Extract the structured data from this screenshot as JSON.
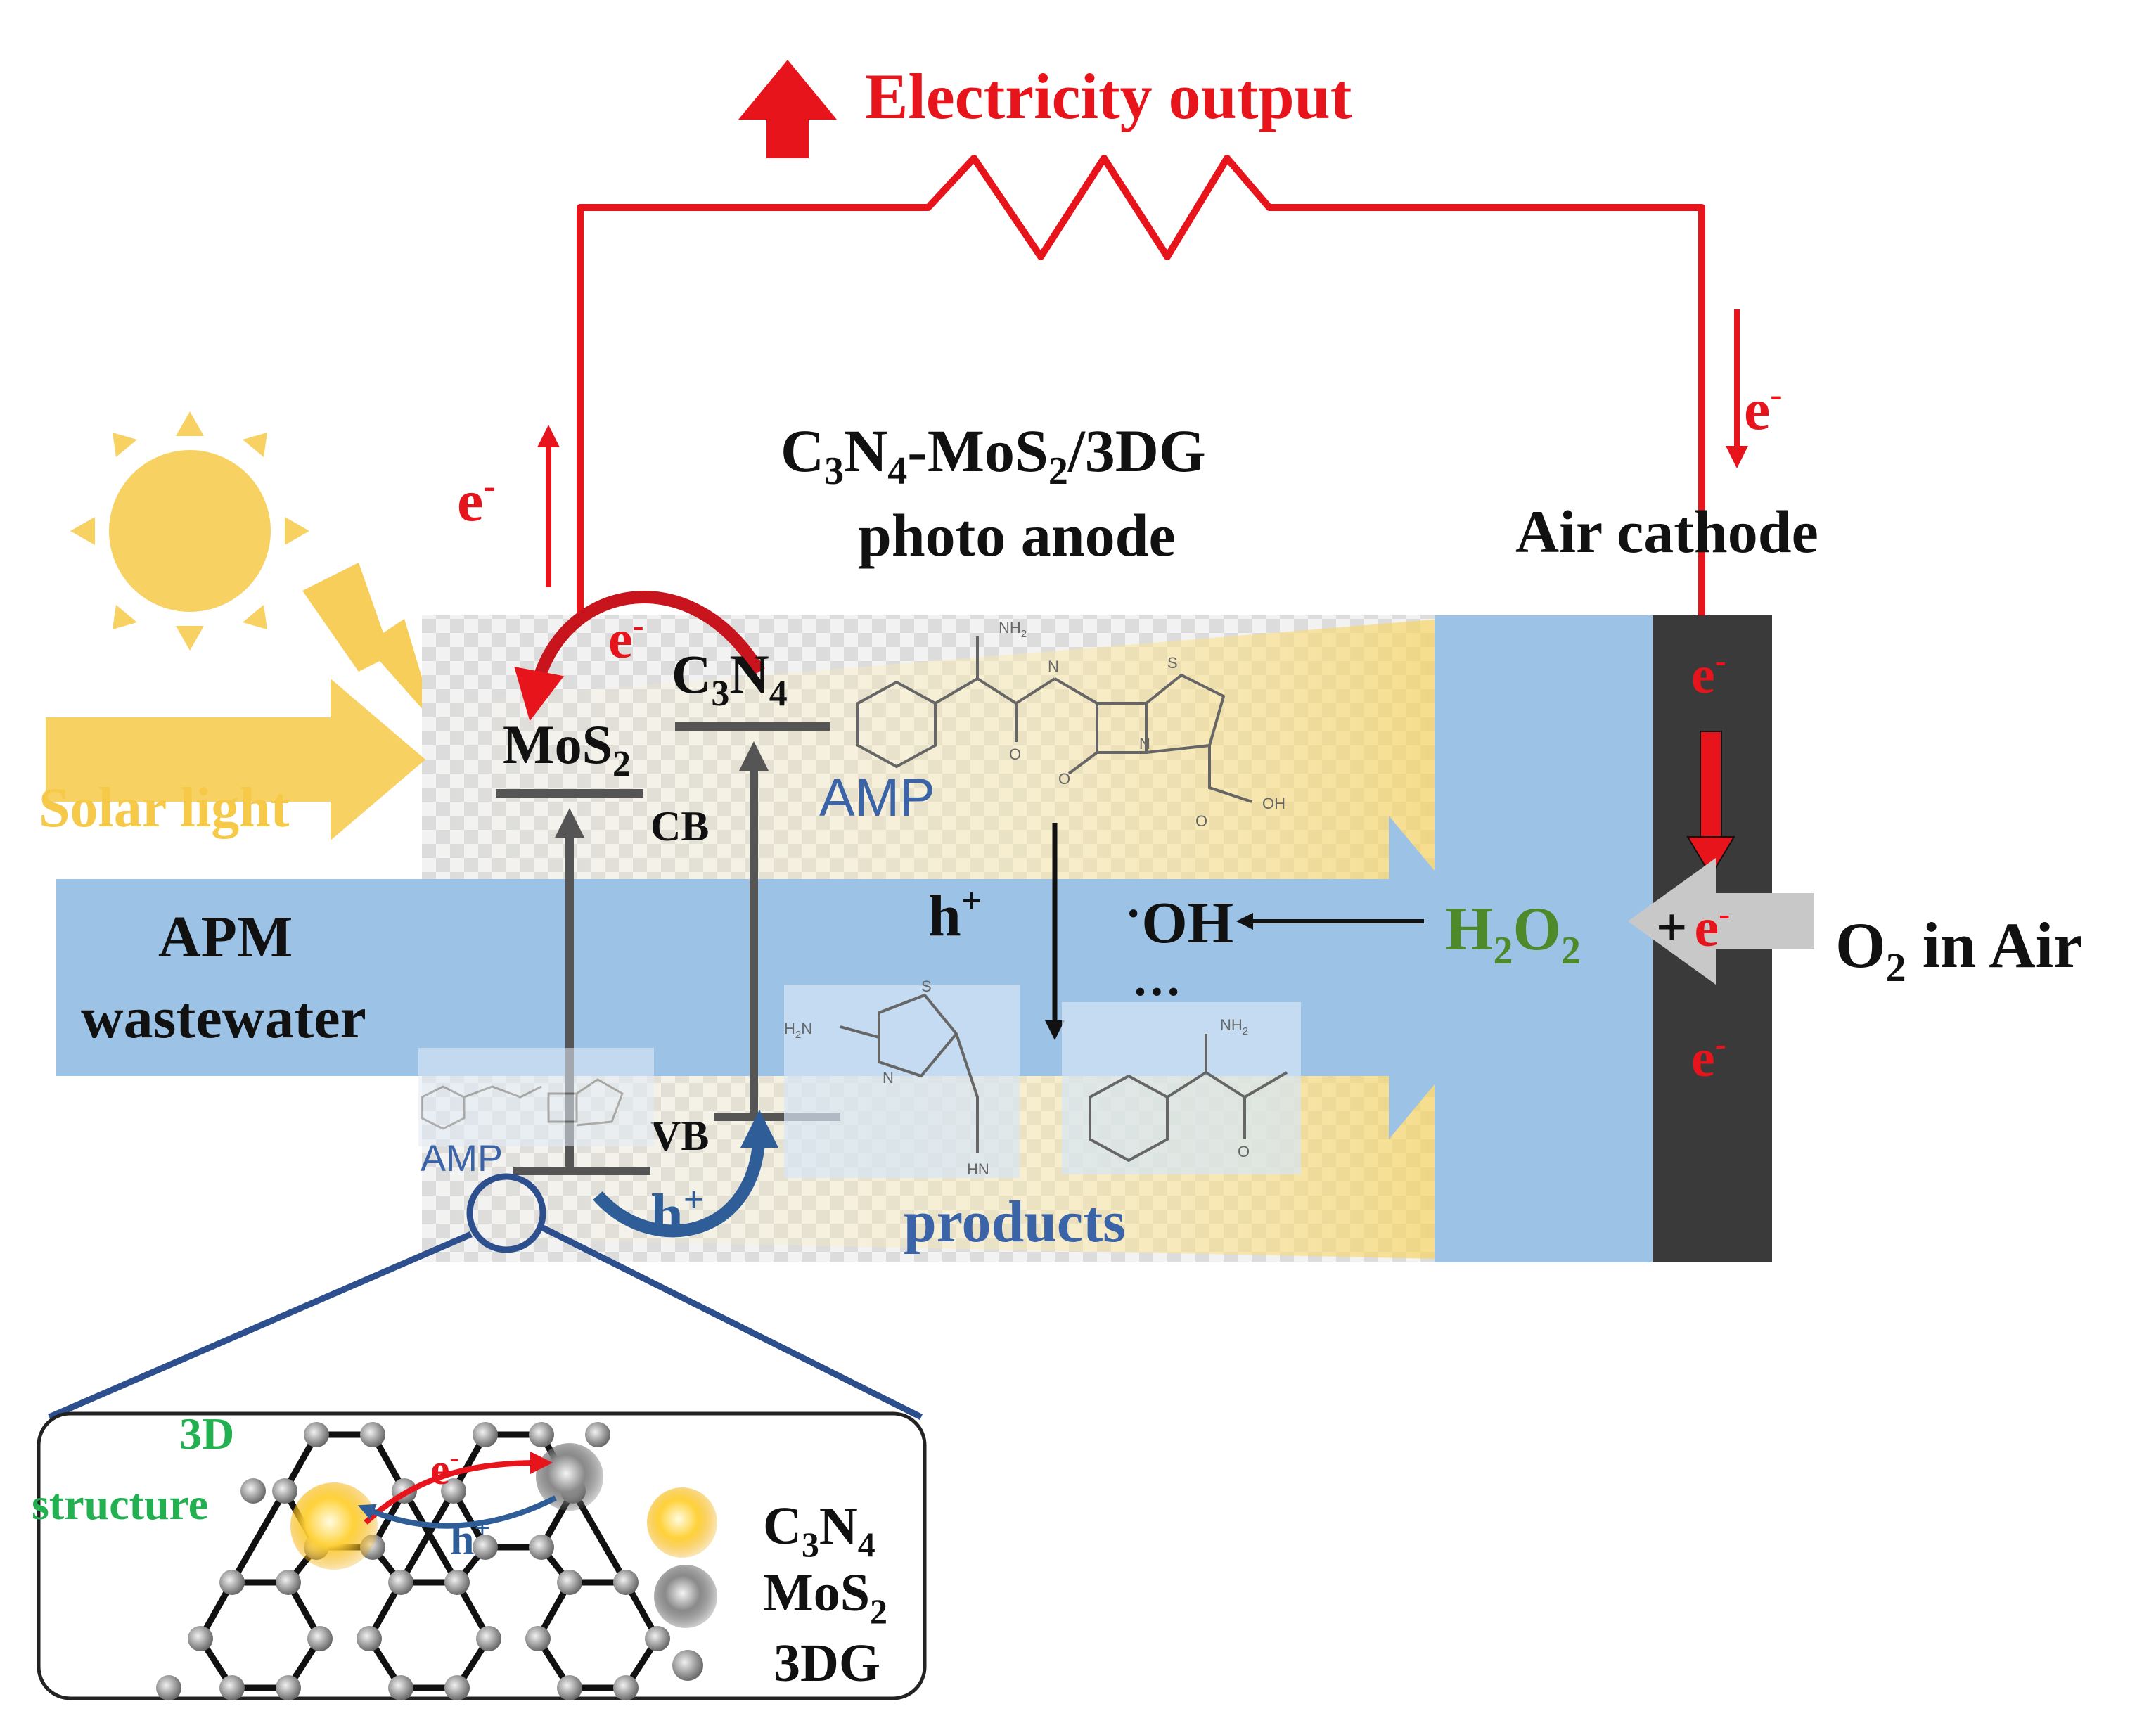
{
  "labels": {
    "electricity_output": "Electricity output",
    "electron": "e",
    "electron_sup": "-",
    "photoanode_line1_parts": [
      "C",
      "3",
      "N",
      "4",
      "-MoS",
      "2",
      "/3DG"
    ],
    "photoanode_line2": "photo anode",
    "air_cathode": "Air cathode",
    "mos2": "MoS",
    "mos2_sub": "2",
    "c3n4": "C",
    "c3n4_sub1": "3",
    "c3n4_n": "N",
    "c3n4_sub2": "4",
    "cb": "CB",
    "vb": "VB",
    "amp": "AMP",
    "solar_light": "Solar light",
    "apm_line1": "APM",
    "apm_line2": "wastewater",
    "hole": "h",
    "hole_sup": "+",
    "oh_dot": "·",
    "oh": "OH",
    "ellipsis": "…",
    "h2o2": "H",
    "h2o2_sub1": "2",
    "h2o2_o": "O",
    "h2o2_sub2": "2",
    "plus": "+",
    "o2": "O",
    "o2_sub": "2",
    "o2_rest": " in Air",
    "products": "products",
    "structure_3d_line1": "3D",
    "structure_3d_line2": "structure",
    "legend_c3n4": "C",
    "legend_c3n4_sub1": "3",
    "legend_c3n4_n": "N",
    "legend_c3n4_sub2": "4",
    "legend_mos2": "MoS",
    "legend_mos2_sub": "2",
    "legend_3dg": "3DG",
    "mol_nh2": "NH",
    "mol_nh2_sub": "2",
    "mol_n": "N",
    "mol_s": "S",
    "mol_o": "O",
    "mol_oh": "OH",
    "mol_h2n": "H",
    "mol_h2n_sub": "2",
    "mol_h2n_n": "N",
    "mol_hn": "HN"
  },
  "colors": {
    "circuit_red": "#e8141c",
    "electricity_red": "#e8141c",
    "band_blue": "#9cc2e6",
    "cathode_dark": "#3a3a3a",
    "solar_yellow": "#f7c948",
    "h2o2_green": "#4e8a2a",
    "amp_blue": "#3a63a8",
    "structure_green": "#22b050",
    "hole_blue": "#2e5d97",
    "grey_arrow": "#555555"
  },
  "icons": [
    "sun-icon",
    "lightning-icon",
    "resistor-icon",
    "up-arrow-icon"
  ]
}
